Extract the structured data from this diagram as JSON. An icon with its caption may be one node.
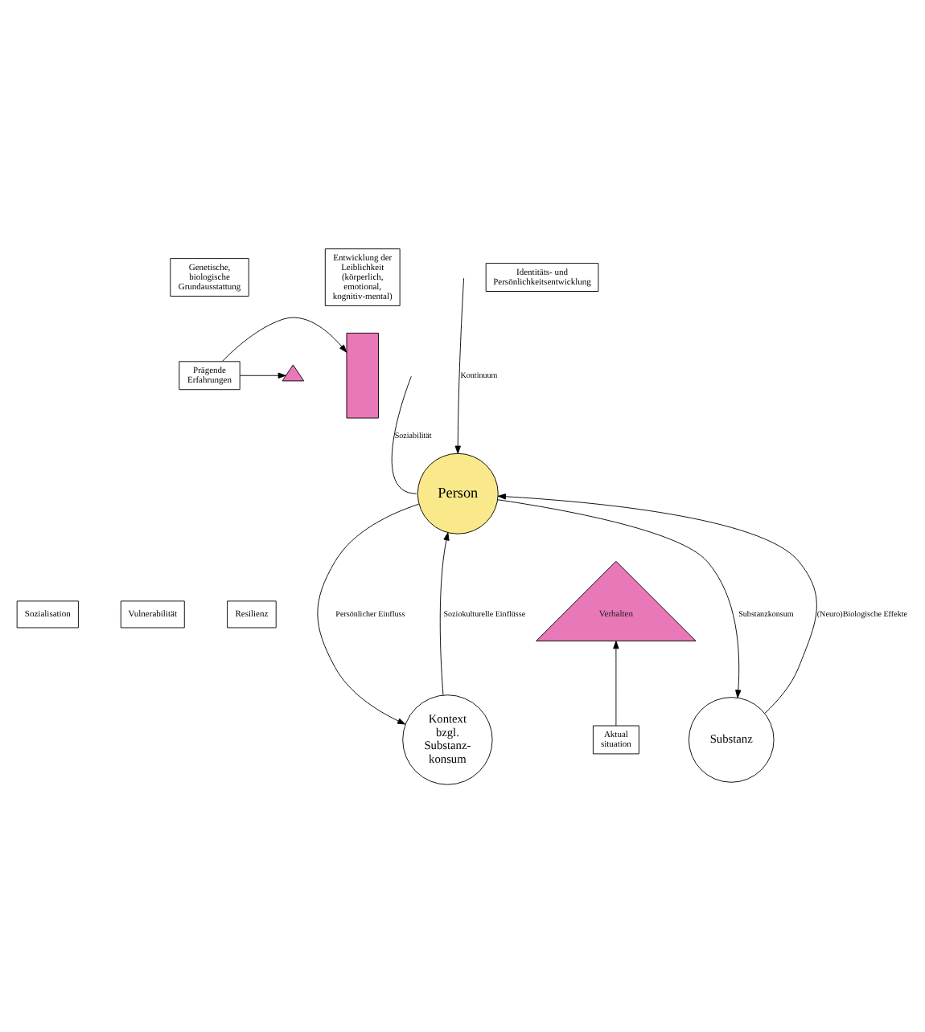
{
  "diagram": {
    "nodes": [
      {
        "text": [
          "Genetische, biologische Grundausstattung"
        ]
      },
      {
        "text": [
          "Entwicklung der Leiblichkeit (körperlich, emotional, kognitiv-mental)"
        ]
      },
      {
        "text": [
          "Identitäts- und Persönlichkeitsentwicklung"
        ]
      },
      {
        "text": [
          "Prägende Erfahrungen"
        ]
      },
      {
        "text": [
          "Person"
        ]
      },
      {
        "text": [
          "Sozialisation"
        ]
      },
      {
        "text": [
          "Vulnerabilität"
        ]
      },
      {
        "text": [
          "Resilienz"
        ]
      },
      {
        "text": [
          "Kontext bzgl. Substanz- konsum"
        ]
      },
      {
        "text": [
          "Substanz"
        ]
      },
      {
        "text": [
          "Aktual situation"
        ]
      },
      {
        "text": [
          "Verhalten"
        ]
      },
      {
        "text": [],
        "shape": "triangle"
      },
      {
        "text": [],
        "shape": "bar"
      }
    ],
    "edges": [
      {
        "from": null,
        "to": 4,
        "arrow": "to",
        "label": "Kontinuum"
      },
      {
        "from": null,
        "to": 4,
        "arrow": "none",
        "label": "Soziabilität"
      },
      {
        "from": 3,
        "to": 12,
        "arrow": "to"
      },
      {
        "from": 3,
        "to": 13,
        "arrow": "to"
      },
      {
        "from": 4,
        "to": 8,
        "arrow": "to",
        "label": "Persönlicher Einfluss"
      },
      {
        "from": 8,
        "to": 4,
        "arrow": "to",
        "label": "Soziokulturelle Einflüsse"
      },
      {
        "from": 4,
        "to": 9,
        "arrow": "to",
        "label": "Substanzkonsum"
      },
      {
        "from": 9,
        "to": 4,
        "arrow": "to",
        "label": "(Neuro)Biologische Effekte"
      },
      {
        "from": 10,
        "to": 11,
        "arrow": "to"
      }
    ]
  }
}
